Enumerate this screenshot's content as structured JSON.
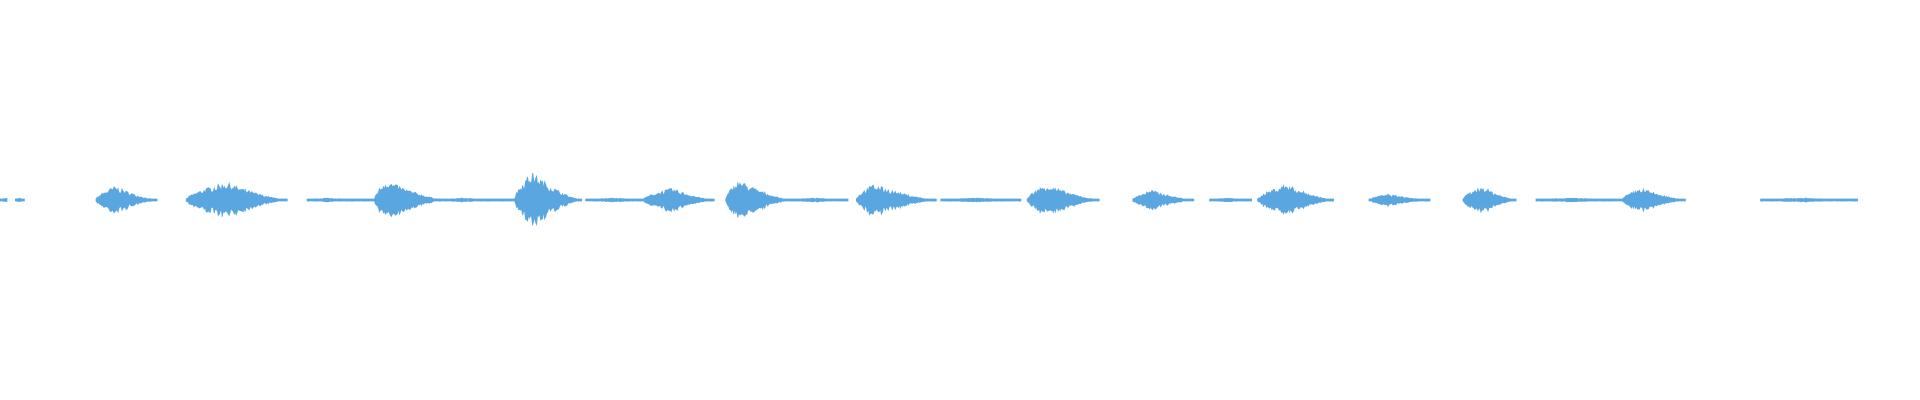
{
  "waveform": {
    "color": "#5aa6e0",
    "background": "#ffffff",
    "segments": [
      {
        "start": 0.0,
        "end": 0.004,
        "peak": 0.004,
        "amp": 0.01
      },
      {
        "start": 0.008,
        "end": 0.013,
        "peak": 0.01,
        "amp": 0.01
      },
      {
        "start": 0.05,
        "end": 0.082,
        "peak": 0.06,
        "amp": 0.07
      },
      {
        "start": 0.097,
        "end": 0.15,
        "peak": 0.118,
        "amp": 0.09
      },
      {
        "start": 0.16,
        "end": 0.195,
        "peak": 0.17,
        "amp": 0.01
      },
      {
        "start": 0.195,
        "end": 0.232,
        "peak": 0.201,
        "amp": 0.1
      },
      {
        "start": 0.232,
        "end": 0.268,
        "peak": 0.24,
        "amp": 0.01
      },
      {
        "start": 0.268,
        "end": 0.303,
        "peak": 0.277,
        "amp": 0.14
      },
      {
        "start": 0.305,
        "end": 0.34,
        "peak": 0.32,
        "amp": 0.01
      },
      {
        "start": 0.335,
        "end": 0.372,
        "peak": 0.35,
        "amp": 0.06
      },
      {
        "start": 0.378,
        "end": 0.412,
        "peak": 0.385,
        "amp": 0.1
      },
      {
        "start": 0.412,
        "end": 0.442,
        "peak": 0.425,
        "amp": 0.01
      },
      {
        "start": 0.446,
        "end": 0.488,
        "peak": 0.455,
        "amp": 0.08
      },
      {
        "start": 0.49,
        "end": 0.532,
        "peak": 0.51,
        "amp": 0.01
      },
      {
        "start": 0.535,
        "end": 0.573,
        "peak": 0.545,
        "amp": 0.08
      },
      {
        "start": 0.59,
        "end": 0.622,
        "peak": 0.6,
        "amp": 0.05
      },
      {
        "start": 0.63,
        "end": 0.652,
        "peak": 0.64,
        "amp": 0.01
      },
      {
        "start": 0.655,
        "end": 0.695,
        "peak": 0.67,
        "amp": 0.08
      },
      {
        "start": 0.713,
        "end": 0.745,
        "peak": 0.723,
        "amp": 0.03
      },
      {
        "start": 0.762,
        "end": 0.79,
        "peak": 0.772,
        "amp": 0.07
      },
      {
        "start": 0.8,
        "end": 0.845,
        "peak": 0.82,
        "amp": 0.01
      },
      {
        "start": 0.845,
        "end": 0.878,
        "peak": 0.855,
        "amp": 0.06
      },
      {
        "start": 0.917,
        "end": 0.968,
        "peak": 0.94,
        "amp": 0.01
      }
    ]
  }
}
